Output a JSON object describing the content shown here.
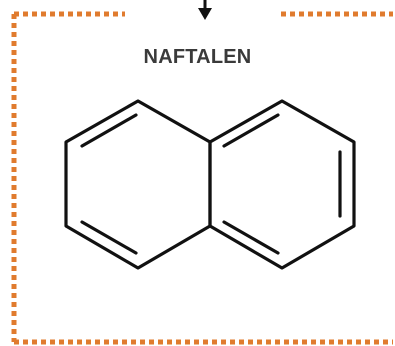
{
  "title": "NAFTALEN",
  "colors": {
    "frame": "#E07B2E",
    "arrow": "#111111",
    "bond": "#111111",
    "title": "#3a3a3a"
  },
  "molecule": {
    "name": "naphthalene",
    "rings": 2,
    "double_bonds": 5
  }
}
